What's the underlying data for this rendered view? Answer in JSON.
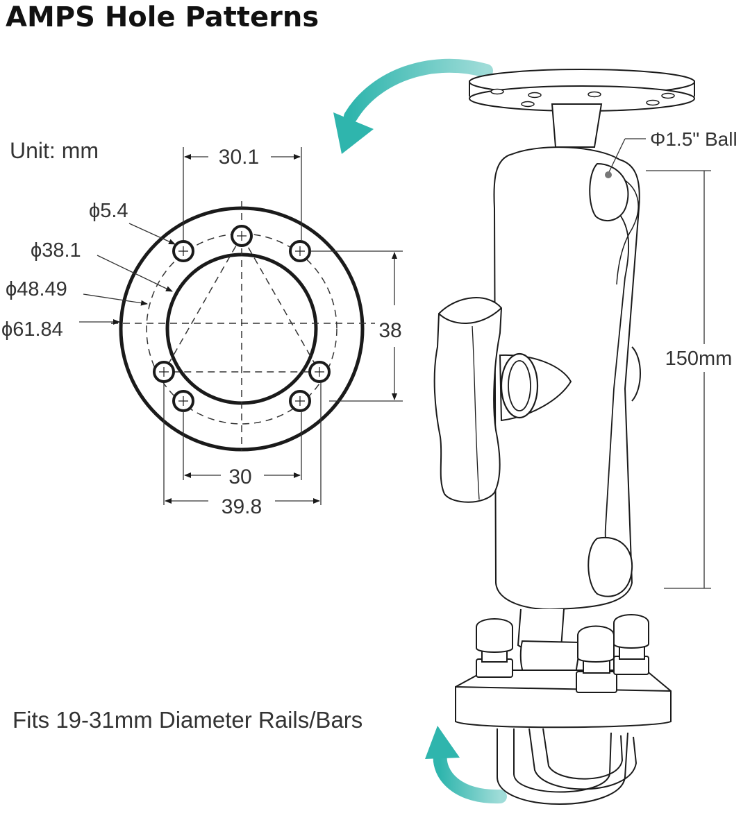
{
  "title": "AMPS Hole Patterns",
  "unit_label": "Unit: mm",
  "dimensions": {
    "top_spacing": "30.1",
    "hole_diameter": "ϕ5.4",
    "pcd_381": "ϕ38.1",
    "pcd_4849": "ϕ48.49",
    "outer_6184": "ϕ61.84",
    "right_height": "38",
    "bottom_spacing": "30",
    "bottom_width": "39.8"
  },
  "mount": {
    "ball_label": "Φ1.5\" Ball",
    "arm_length": "150mm",
    "fits_label": "Fits 19-31mm Diameter Rails/Bars"
  },
  "colors": {
    "accent": "#2fb5ad",
    "ink": "#1a1a1a",
    "text": "#333333"
  }
}
